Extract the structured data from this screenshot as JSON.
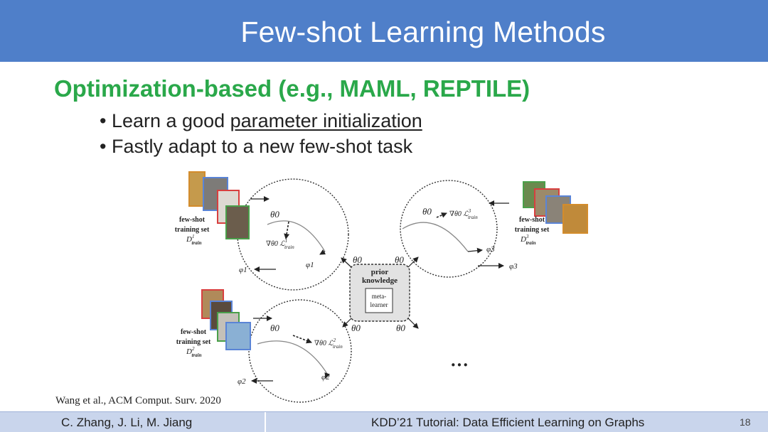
{
  "slide": {
    "title": "Few-shot Learning Methods",
    "subtitle": "Optimization-based (e.g., MAML, REPTILE)",
    "bullets": [
      {
        "prefix": "Learn a good ",
        "emph": "parameter initialization"
      },
      {
        "prefix": "Fastly adapt to a new few-shot task",
        "emph": ""
      }
    ],
    "citation": "Wang et al., ACM Comput. Surv. 2020"
  },
  "figure": {
    "center_box": {
      "title_line1": "prior",
      "title_line2": "knowledge",
      "inner_line1": "meta-",
      "inner_line2": "learner"
    },
    "theta": "θ0",
    "tasks": [
      {
        "label_line1": "few-shot",
        "label_line2": "training set",
        "dataset": "D",
        "dataset_sup": "1",
        "dataset_sub": "train",
        "grad": "∇θ0 ℒ",
        "grad_sup": "1",
        "grad_sub": "train",
        "phi": "φ1",
        "phi_out": "φ1"
      },
      {
        "label_line1": "few-shot",
        "label_line2": "training set",
        "dataset": "D",
        "dataset_sup": "2",
        "dataset_sub": "train",
        "grad": "∇θ0 ℒ",
        "grad_sup": "2",
        "grad_sub": "train",
        "phi": "φ2",
        "phi_out": "φ2"
      },
      {
        "label_line1": "few-shot",
        "label_line2": "training set",
        "dataset": "D",
        "dataset_sup": "3",
        "dataset_sub": "train",
        "grad": "∇θ0 ℒ",
        "grad_sup": "3",
        "grad_sub": "train",
        "phi": "φ3",
        "phi_out": "φ3"
      }
    ],
    "ellipsis": "···"
  },
  "footer": {
    "authors": "C. Zhang, J. Li, M. Jiang",
    "event": "KDD’21 Tutorial: Data Efficient Learning on Graphs",
    "page": "18"
  },
  "colors": {
    "header": "#4f7fc9",
    "subtitle": "#2aa84a",
    "footer": "#c9d5ec"
  }
}
